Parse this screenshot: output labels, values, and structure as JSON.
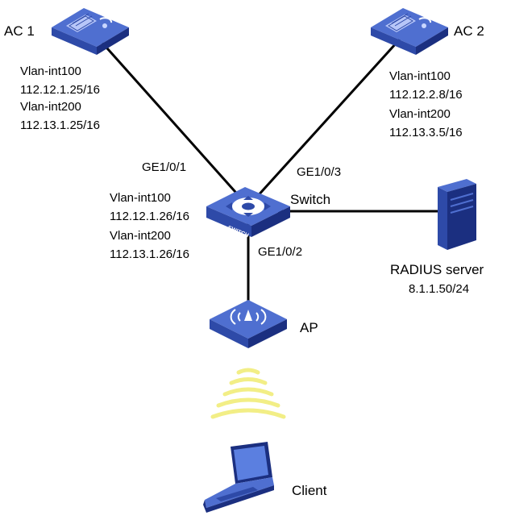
{
  "colors": {
    "device_face": "#2e4aa8",
    "device_side": "#1b2f80",
    "device_top": "#4f6fd0",
    "link": "#000000",
    "wifi_waves": "#f2ee86",
    "server_body": "#2a44a6",
    "laptop_screen": "#5b7fe0"
  },
  "nodes": {
    "ac1": {
      "label": "AC 1",
      "icon": "access-controller-icon"
    },
    "ac2": {
      "label": "AC 2",
      "icon": "access-controller-icon"
    },
    "switch": {
      "label": "Switch",
      "icon": "switch-icon",
      "badge": "SWITCH"
    },
    "radius": {
      "label": "RADIUS server",
      "ip": "8.1.1.50/24",
      "icon": "server-icon"
    },
    "ap": {
      "label": "AP",
      "icon": "access-point-icon"
    },
    "client": {
      "label": "Client",
      "icon": "laptop-icon"
    }
  },
  "interfaces": {
    "ac1": {
      "vlan100_name": "Vlan-int100",
      "vlan100_ip": "112.12.1.25/16",
      "vlan200_name": "Vlan-int200",
      "vlan200_ip": "112.13.1.25/16"
    },
    "ac2": {
      "vlan100_name": "Vlan-int100",
      "vlan100_ip": "112.12.2.8/16",
      "vlan200_name": "Vlan-int200",
      "vlan200_ip": "112.13.3.5/16"
    },
    "switch": {
      "vlan100_name": "Vlan-int100",
      "vlan100_ip": "112.12.1.26/16",
      "vlan200_name": "Vlan-int200",
      "vlan200_ip": "112.13.1.26/16"
    }
  },
  "ports": {
    "to_ac1": "GE1/0/1",
    "to_ap": "GE1/0/2",
    "to_ac2": "GE1/0/3"
  }
}
